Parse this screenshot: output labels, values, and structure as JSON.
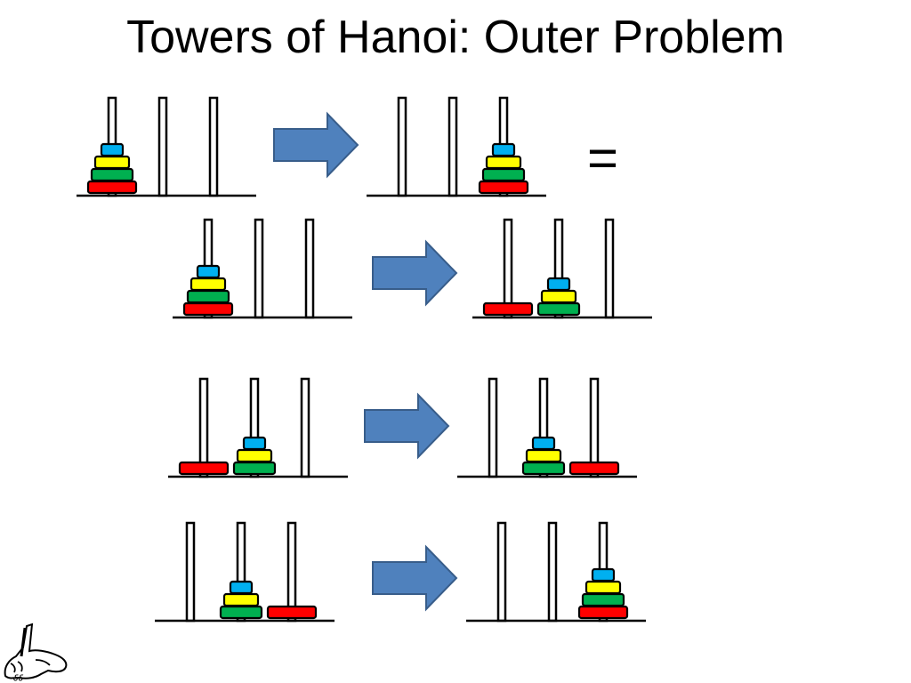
{
  "title": "Towers of Hanoi: Outer Problem",
  "equals_sign": "=",
  "colors": {
    "red": "#ff0000",
    "green": "#00b050",
    "yellow": "#ffff00",
    "blue": "#00b0f0",
    "arrow_fill": "#4f81bd",
    "arrow_stroke": "#385d8a",
    "rod": "#ffffff",
    "outline": "#000000"
  },
  "disk_order_large_to_small": [
    "red",
    "green",
    "yellow",
    "blue"
  ],
  "transitions": [
    {
      "role": "outer-problem",
      "from": {
        "peg1": [
          "red",
          "green",
          "yellow",
          "blue"
        ],
        "peg2": [],
        "peg3": []
      },
      "to": {
        "peg1": [],
        "peg2": [],
        "peg3": [
          "red",
          "green",
          "yellow",
          "blue"
        ]
      }
    },
    {
      "role": "step-1",
      "from": {
        "peg1": [
          "red",
          "green",
          "yellow",
          "blue"
        ],
        "peg2": [],
        "peg3": []
      },
      "to": {
        "peg1": [
          "red"
        ],
        "peg2": [
          "green",
          "yellow",
          "blue"
        ],
        "peg3": []
      }
    },
    {
      "role": "step-2",
      "from": {
        "peg1": [
          "red"
        ],
        "peg2": [
          "green",
          "yellow",
          "blue"
        ],
        "peg3": []
      },
      "to": {
        "peg1": [],
        "peg2": [
          "green",
          "yellow",
          "blue"
        ],
        "peg3": [
          "red"
        ]
      }
    },
    {
      "role": "step-3",
      "from": {
        "peg1": [],
        "peg2": [
          "green",
          "yellow",
          "blue"
        ],
        "peg3": [
          "red"
        ]
      },
      "to": {
        "peg1": [],
        "peg2": [],
        "peg3": [
          "red",
          "green",
          "yellow",
          "blue"
        ]
      }
    }
  ],
  "logo_icon": "hand-writing-logo-icon"
}
